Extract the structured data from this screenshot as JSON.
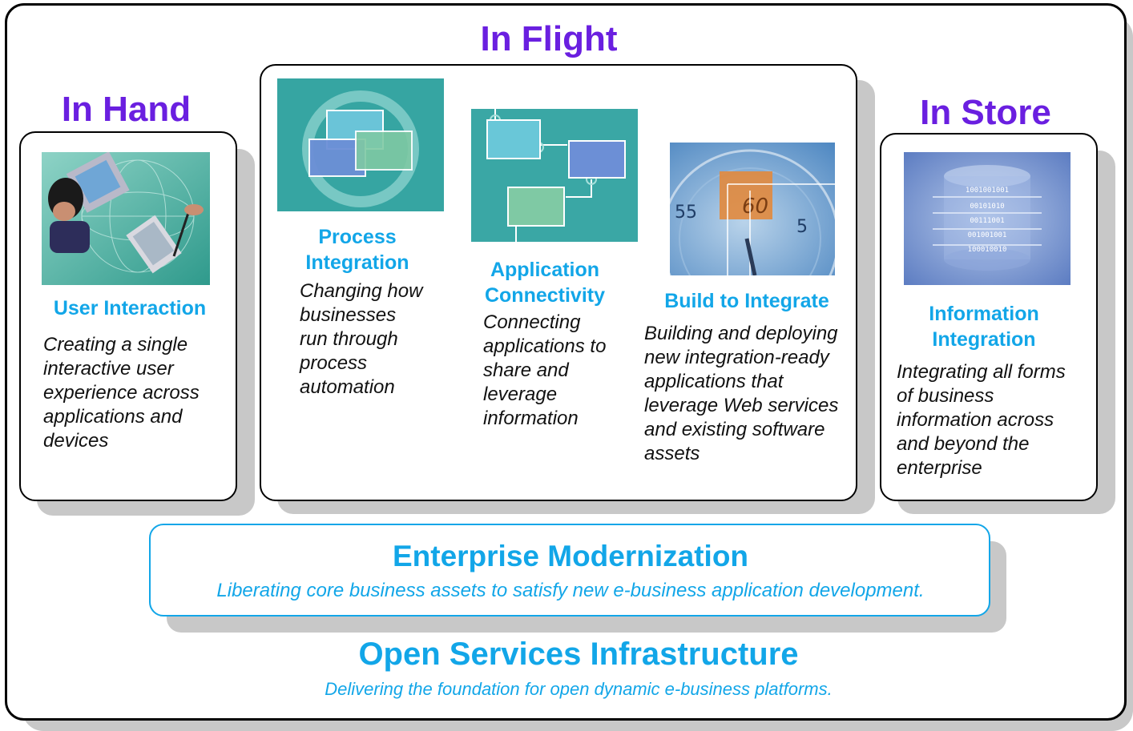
{
  "headings": {
    "in_hand": "In Hand",
    "in_flight": "In Flight",
    "in_store": "In Store"
  },
  "cards": {
    "user_interaction": {
      "title": "User Interaction",
      "desc": "Creating a single interactive user experience across applications and devices"
    },
    "process_integration": {
      "title": "Process Integration",
      "desc": "Changing how businesses run through process automation"
    },
    "application_connectivity": {
      "title": "Application Connectivity",
      "desc": "Connecting applications to share and leverage information"
    },
    "build_to_integrate": {
      "title": "Build to Integrate",
      "desc": "Building and deploying new integration-ready applications that leverage Web services and existing software assets"
    },
    "information_integration": {
      "title": "Information Integration",
      "desc": "Integrating all forms of business information across and beyond the enterprise"
    }
  },
  "enterprise_modernization": {
    "title": "Enterprise Modernization",
    "subtitle": "Liberating core business assets to satisfy new e-business application development."
  },
  "open_services": {
    "title": "Open Services Infrastructure",
    "subtitle": "Delivering the foundation for open dynamic e-business platforms."
  },
  "pictures": {
    "clock_numbers": [
      "55",
      "60",
      "5"
    ],
    "binary_lines": [
      "1001001001",
      "00101010",
      "00111001",
      "001001001",
      "100010010"
    ]
  },
  "colors": {
    "heading": "#6a1fe0",
    "accent": "#12a6e8",
    "border": "#000000",
    "shadow": "#c8c8c8",
    "teal": "#2a9a98"
  }
}
